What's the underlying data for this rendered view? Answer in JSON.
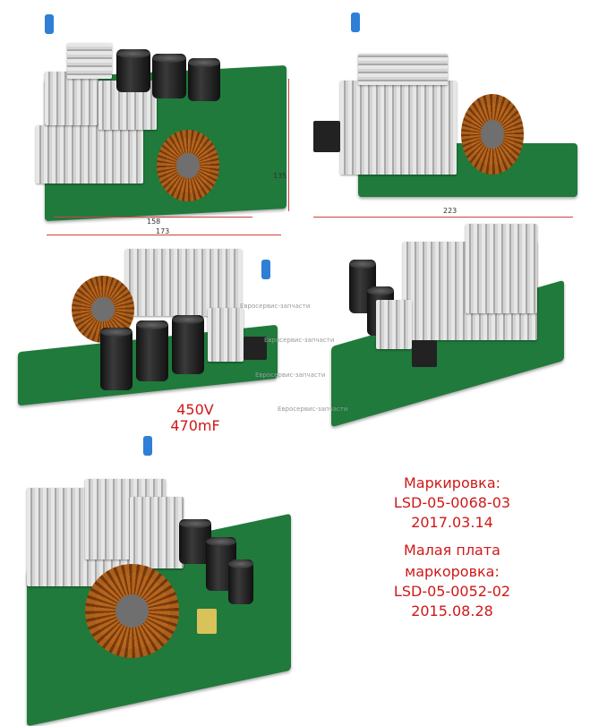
{
  "dimensions": {
    "width_1": "158",
    "width_2": "173",
    "height_1": "135",
    "width_3": "223"
  },
  "watermarks": [
    "Евросервис-запчасти",
    "Евросервис-запчасти",
    "Евросервис-запчасти",
    "Евросервис-запчасти"
  ],
  "capacitor_caption": {
    "line1": "450V",
    "line2": "470mF"
  },
  "marking": {
    "label": "Маркировка:",
    "code": "LSD-05-0068-03",
    "date": "2017.03.14",
    "small_board_label_1": "Малая плата",
    "small_board_label_2": "маркоровка:",
    "small_board_code": "LSD-05-0052-02",
    "small_board_date": "2015.08.28"
  },
  "colors": {
    "accent_red": "#d01818",
    "pcb_green": "#1f7a3c",
    "copper": "#b5651d"
  }
}
